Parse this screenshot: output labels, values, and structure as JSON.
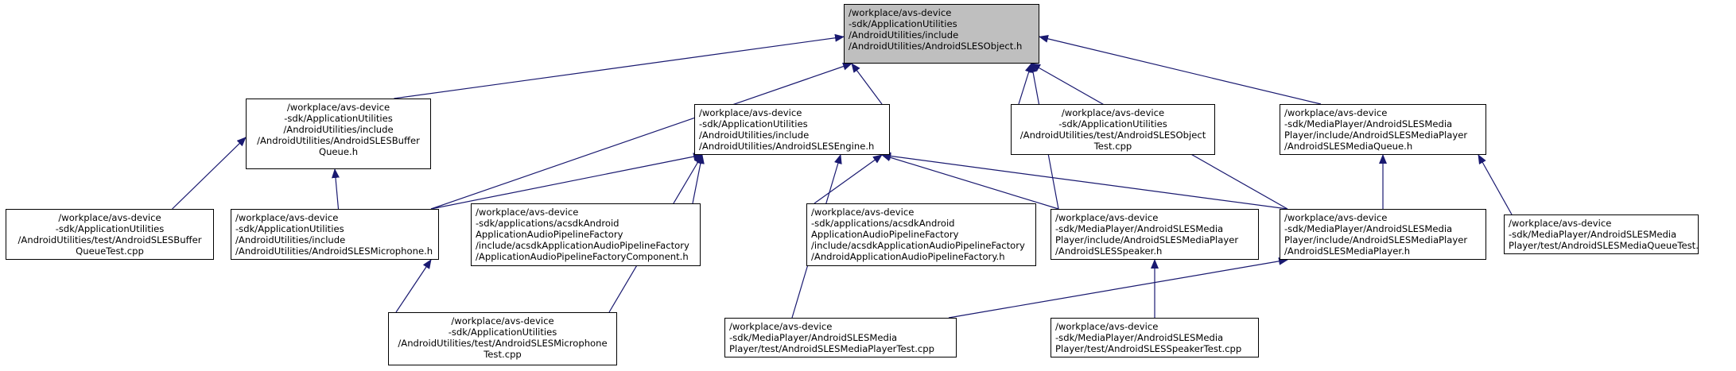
{
  "graph": {
    "edge_color": "#191970",
    "focus_color": "#bfbfbf",
    "nodes": [
      {
        "id": "n0",
        "focus": true,
        "lines": [
          "/workplace/avs-device",
          "-sdk/ApplicationUtilities",
          "/AndroidUtilities/include",
          "/AndroidUtilities/AndroidSLESObject.h"
        ]
      },
      {
        "id": "n1",
        "lines": [
          "/workplace/avs-device",
          "-sdk/ApplicationUtilities",
          "/AndroidUtilities/include",
          "/AndroidUtilities/AndroidSLESBuffer",
          "Queue.h"
        ]
      },
      {
        "id": "n2",
        "lines": [
          "/workplace/avs-device",
          "-sdk/ApplicationUtilities",
          "/AndroidUtilities/include",
          "/AndroidUtilities/AndroidSLESEngine.h"
        ]
      },
      {
        "id": "n3",
        "lines": [
          "/workplace/avs-device",
          "-sdk/ApplicationUtilities",
          "/AndroidUtilities/test/AndroidSLESObject",
          "Test.cpp"
        ]
      },
      {
        "id": "n4",
        "lines": [
          "/workplace/avs-device",
          "-sdk/MediaPlayer/AndroidSLESMedia",
          "Player/include/AndroidSLESMediaPlayer",
          "/AndroidSLESMediaQueue.h"
        ]
      },
      {
        "id": "n5",
        "lines": [
          "/workplace/avs-device",
          "-sdk/ApplicationUtilities",
          "/AndroidUtilities/test/AndroidSLESBuffer",
          "QueueTest.cpp"
        ]
      },
      {
        "id": "n6",
        "lines": [
          "/workplace/avs-device",
          "-sdk/ApplicationUtilities",
          "/AndroidUtilities/include",
          "/AndroidUtilities/AndroidSLESMicrophone.h"
        ]
      },
      {
        "id": "n7",
        "lines": [
          "/workplace/avs-device",
          "-sdk/applications/acsdkAndroid",
          "ApplicationAudioPipelineFactory",
          "/include/acsdkApplicationAudioPipelineFactory",
          "/ApplicationAudioPipelineFactoryComponent.h"
        ]
      },
      {
        "id": "n8",
        "lines": [
          "/workplace/avs-device",
          "-sdk/applications/acsdkAndroid",
          "ApplicationAudioPipelineFactory",
          "/include/acsdkApplicationAudioPipelineFactory",
          "/AndroidApplicationAudioPipelineFactory.h"
        ]
      },
      {
        "id": "n9",
        "lines": [
          "/workplace/avs-device",
          "-sdk/MediaPlayer/AndroidSLESMedia",
          "Player/include/AndroidSLESMediaPlayer",
          "/AndroidSLESSpeaker.h"
        ]
      },
      {
        "id": "n10",
        "lines": [
          "/workplace/avs-device",
          "-sdk/MediaPlayer/AndroidSLESMedia",
          "Player/include/AndroidSLESMediaPlayer",
          "/AndroidSLESMediaPlayer.h"
        ]
      },
      {
        "id": "n11",
        "lines": [
          "/workplace/avs-device",
          "-sdk/MediaPlayer/AndroidSLESMedia",
          "Player/test/AndroidSLESMediaQueueTest.cpp"
        ]
      },
      {
        "id": "n12",
        "lines": [
          "/workplace/avs-device",
          "-sdk/ApplicationUtilities",
          "/AndroidUtilities/test/AndroidSLESMicrophone",
          "Test.cpp"
        ]
      },
      {
        "id": "n13",
        "lines": [
          "/workplace/avs-device",
          "-sdk/MediaPlayer/AndroidSLESMedia",
          "Player/test/AndroidSLESMediaPlayerTest.cpp"
        ]
      },
      {
        "id": "n14",
        "lines": [
          "/workplace/avs-device",
          "-sdk/MediaPlayer/AndroidSLESMedia",
          "Player/test/AndroidSLESSpeakerTest.cpp"
        ]
      }
    ],
    "edges": [
      [
        "n1",
        "n0"
      ],
      [
        "n2",
        "n0"
      ],
      [
        "n3",
        "n0"
      ],
      [
        "n4",
        "n0"
      ],
      [
        "n6",
        "n0"
      ],
      [
        "n9",
        "n0"
      ],
      [
        "n10",
        "n0"
      ],
      [
        "n5",
        "n1"
      ],
      [
        "n6",
        "n1"
      ],
      [
        "n6",
        "n2"
      ],
      [
        "n7",
        "n2"
      ],
      [
        "n8",
        "n2"
      ],
      [
        "n9",
        "n2"
      ],
      [
        "n10",
        "n2"
      ],
      [
        "n12",
        "n2"
      ],
      [
        "n13",
        "n2"
      ],
      [
        "n10",
        "n4"
      ],
      [
        "n11",
        "n4"
      ],
      [
        "n12",
        "n6"
      ],
      [
        "n14",
        "n9"
      ],
      [
        "n13",
        "n10"
      ]
    ]
  }
}
